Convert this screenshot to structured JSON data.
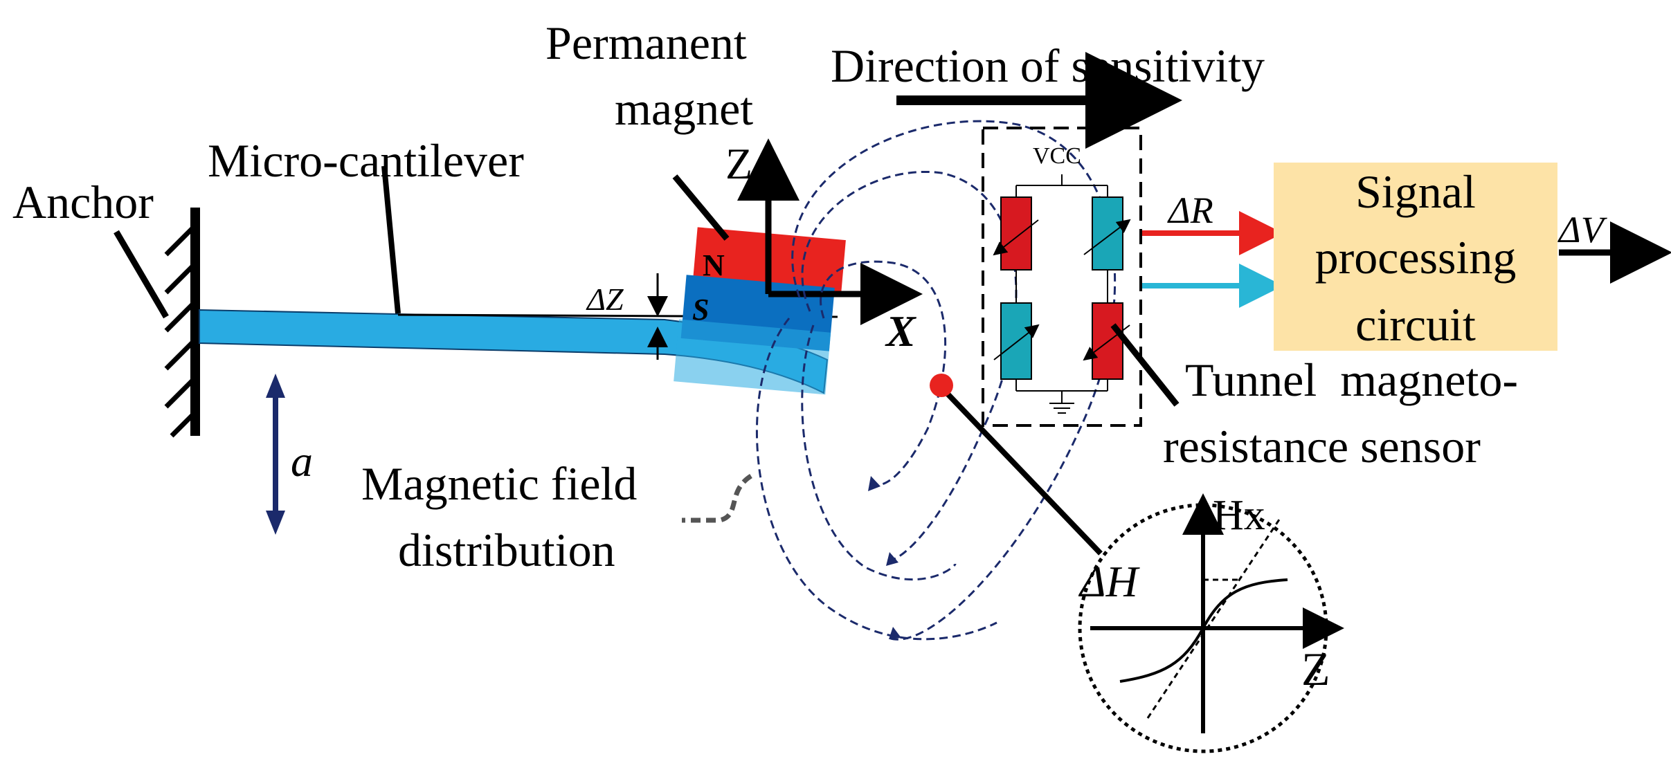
{
  "labels": {
    "permanent_magnet_line1": "Permanent",
    "permanent_magnet_line2": "magnet",
    "direction_of_sensitivity": "Direction of sensitivity",
    "micro_cantilever": "Micro-cantilever",
    "anchor": "Anchor",
    "z_axis": "Z",
    "x_axis": "X",
    "delta_z": "ΔZ",
    "north": "N",
    "south": "S",
    "vcc": "VCC",
    "delta_r": "ΔR",
    "delta_v": "ΔV",
    "signal_line1": "Signal",
    "signal_line2": "processing",
    "signal_line3": "circuit",
    "tmr_line1": "Tunnel  magneto-",
    "tmr_line2": "resistance sensor",
    "acceleration": "a",
    "field_line1": "Magnetic field",
    "field_line2": "distribution",
    "hx": "Hx",
    "delta_h": "ΔH",
    "z_inset": "Z"
  },
  "colors": {
    "cantilever": "#29abe2",
    "magnet_north": "#e8231f",
    "magnet_south": "#0b6fc0",
    "resistor_red": "#d71920",
    "resistor_cyan": "#1aa6b7",
    "signal_box": "#fde3a7",
    "arrow_red": "#e8231f",
    "arrow_cyan": "#29b6d6",
    "field_lines": "#1b2a6b",
    "accel_arrow": "#1b2a6b",
    "sensor_point": "#e8231f"
  }
}
